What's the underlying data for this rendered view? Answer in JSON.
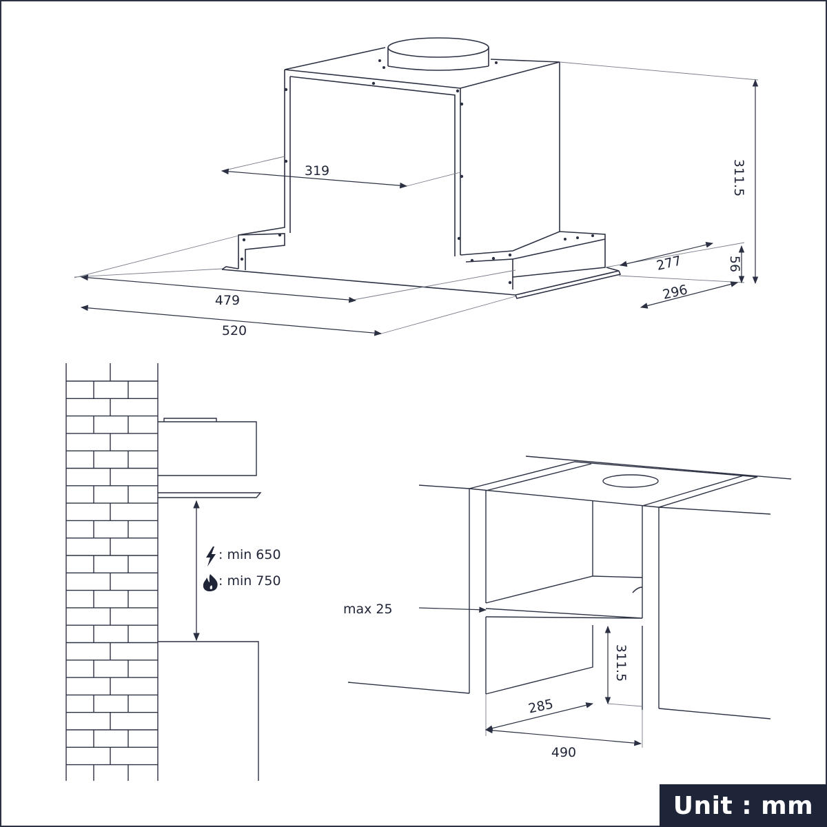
{
  "hood_dimensions": {
    "height": "311.5",
    "depth_inner": "319",
    "width_inner": "479",
    "width_total": "520",
    "depth_frame": "277",
    "depth_total": "296",
    "frame_height": "56"
  },
  "wall_clearance": {
    "electric_label": ": min 650",
    "gas_label": ": min 750",
    "electric_icon": "lightning-icon",
    "gas_icon": "flame-icon"
  },
  "cabinet_install": {
    "max_thickness": "max 25",
    "height": "311.5",
    "depth": "285",
    "width": "490"
  },
  "unit_badge": "Unit : mm",
  "colors": {
    "line": "#2b3042",
    "badge_bg": "#1f2538",
    "badge_text": "#ffffff"
  }
}
